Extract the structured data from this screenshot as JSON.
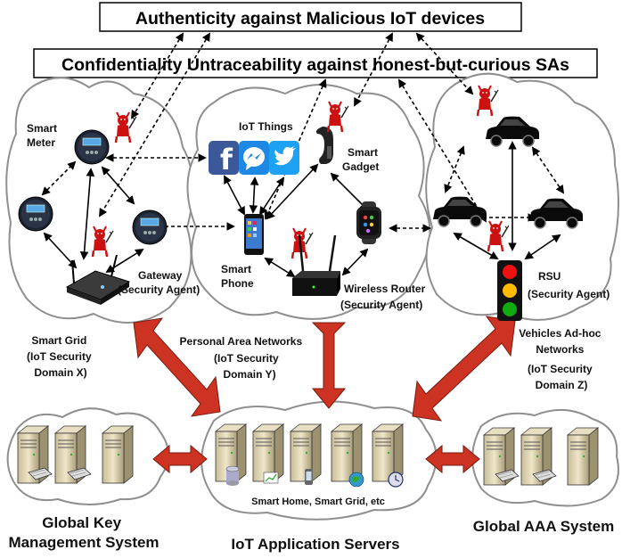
{
  "threats": {
    "authenticity": "Authenticity against Malicious IoT devices",
    "confidentiality": "Confidentiality Untraceability against honest-but-curious SAs"
  },
  "smart_grid": {
    "smart_meter": [
      "Smart",
      "Meter"
    ],
    "gateway": [
      "Gateway",
      "(Security Agent)"
    ],
    "domain": [
      "Smart Grid",
      "(IoT Security",
      "Domain X)"
    ]
  },
  "pan": {
    "iot_things": "IoT Things",
    "smart_gadget": [
      "Smart",
      "Gadget"
    ],
    "smart_phone": [
      "Smart",
      "Phone"
    ],
    "router": [
      "Wireless Router",
      "(Security Agent)"
    ],
    "domain": [
      "Personal Area Networks",
      "(IoT Security",
      "Domain Y)"
    ]
  },
  "vanet": {
    "rsu": [
      "RSU",
      "(Security Agent)"
    ],
    "domain": [
      "Vehicles Ad-hoc",
      "Networks",
      "(IoT Security",
      "Domain Z)"
    ]
  },
  "servers": {
    "caption": "Smart Home, Smart Grid, etc",
    "kms": [
      "Global Key",
      "Management System"
    ],
    "app": "IoT Application Servers",
    "aaa": "Global AAA System"
  },
  "colors": {
    "big_arrow": "#cc3322",
    "devil": "#cc1111",
    "facebook": "#3b5998",
    "messenger": "#1e88e5",
    "twitter": "#1da1f2"
  }
}
